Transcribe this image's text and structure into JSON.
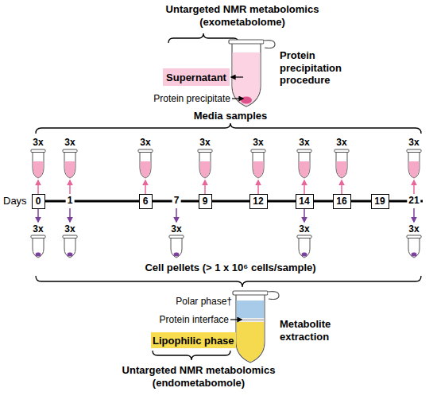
{
  "diagram": {
    "nodes": [
      {
        "text": [
          "Supernatant"
        ]
      },
      {
        "text": [
          "0"
        ]
      },
      {
        "text": [
          "6"
        ]
      },
      {
        "text": [
          "9"
        ]
      },
      {
        "text": [
          "12"
        ]
      },
      {
        "text": [
          "14"
        ]
      },
      {
        "text": [
          "16"
        ]
      },
      {
        "text": [
          "19"
        ]
      },
      {
        "text": [
          "Lipophilic phase"
        ]
      }
    ],
    "labels": [
      "Untargeted NMR metabolomics (exometabolome)",
      "Protein precipitation procedure",
      "Protein precipitate",
      "Media samples",
      "3x",
      "3x",
      "3x",
      "3x",
      "3x",
      "3x",
      "3x",
      "3x",
      "Days",
      "1",
      "7",
      "21",
      "3x",
      "3x",
      "3x",
      "3x",
      "3x",
      "Cell pellets (> 1 x 10⁶ cells/sample)",
      "Polar phase†",
      "Protein interface",
      "Metabolite extraction",
      "Untargeted NMR metabolomics (endometabomole)"
    ]
  }
}
